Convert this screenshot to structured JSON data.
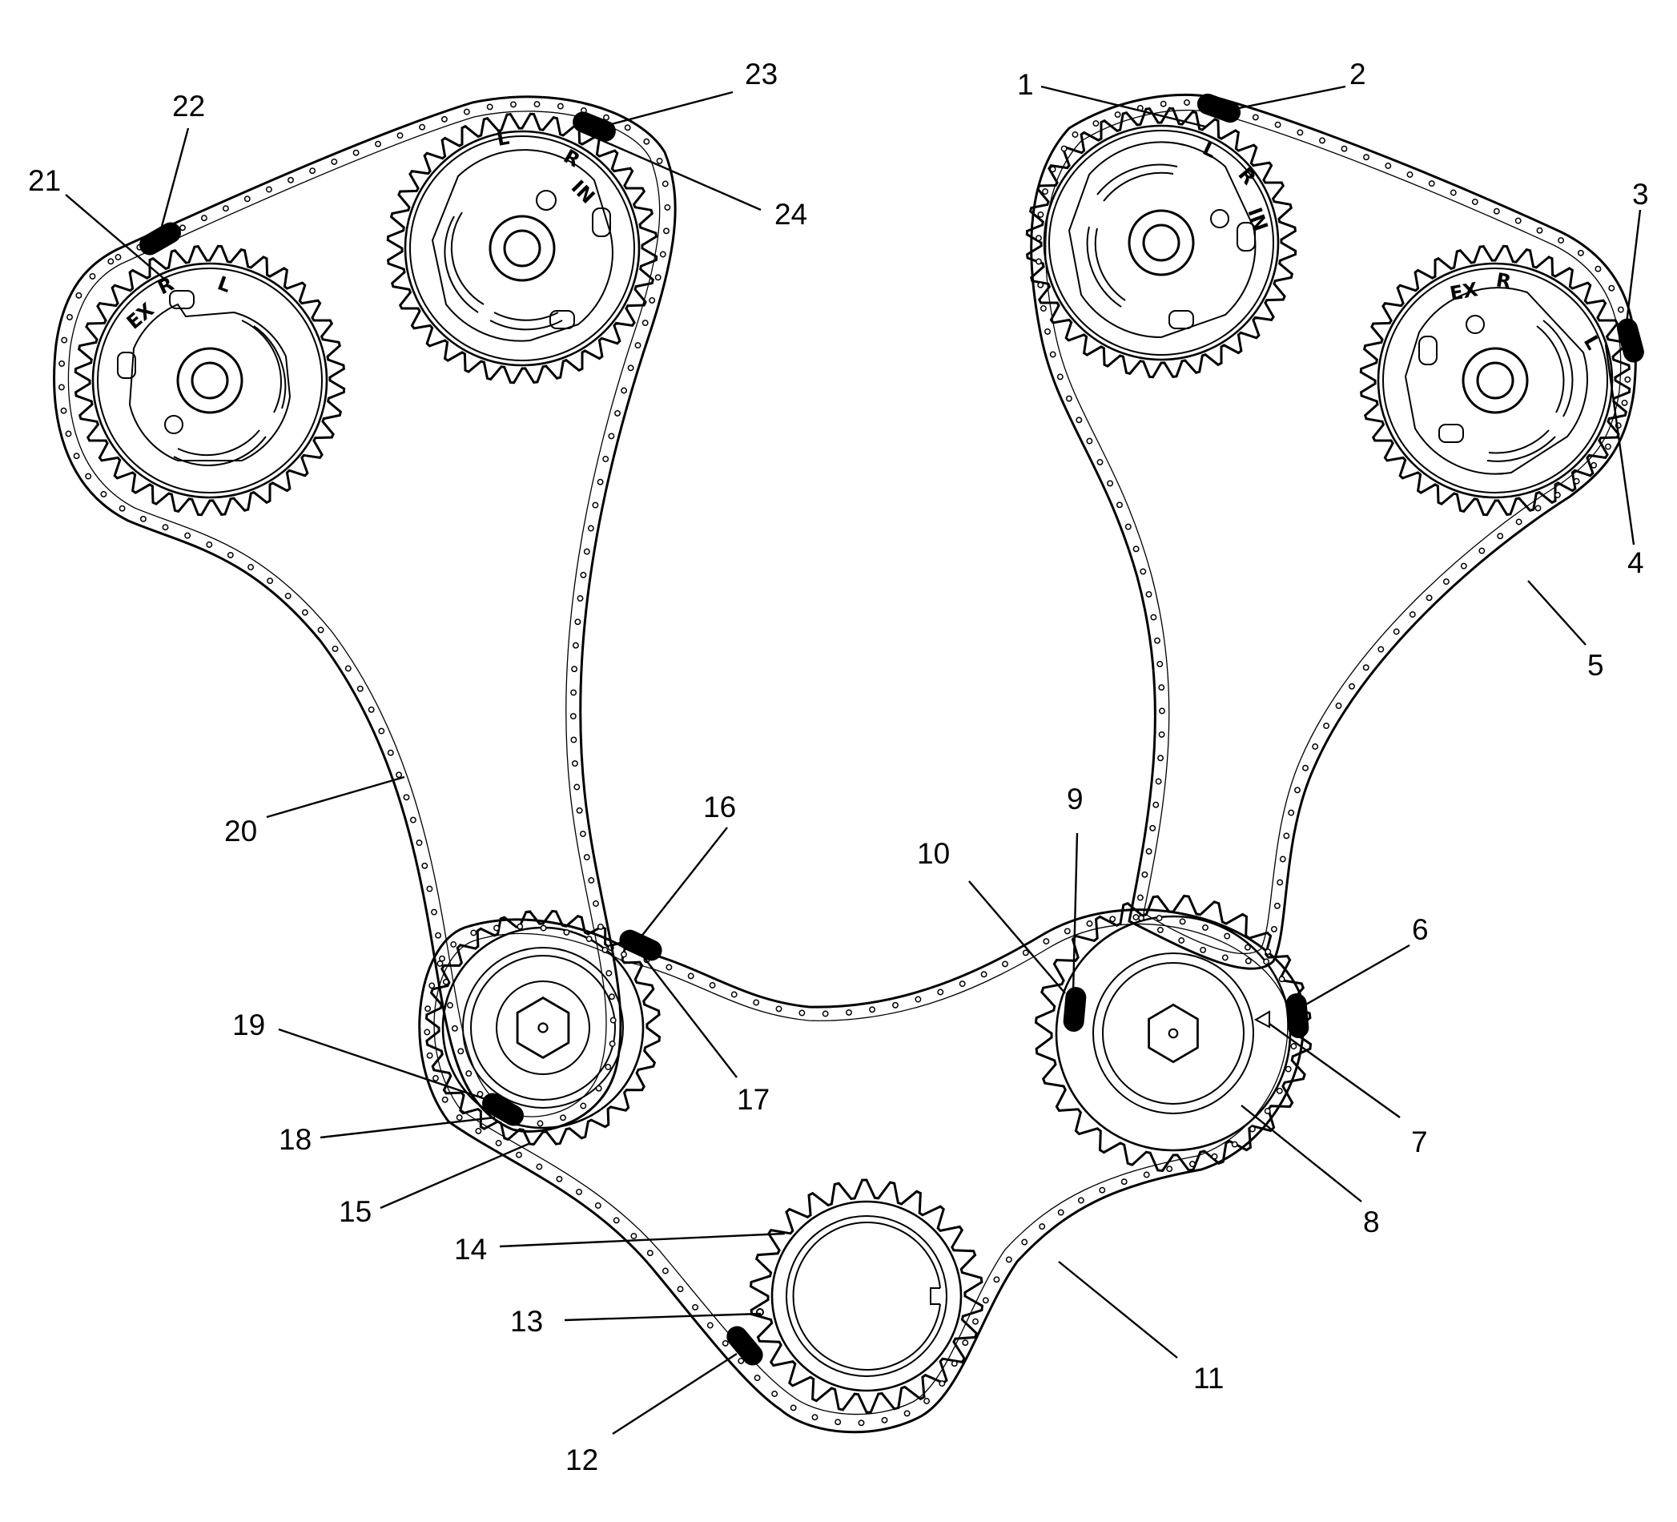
{
  "callouts": [
    {
      "id": "c1",
      "text": "1"
    },
    {
      "id": "c2",
      "text": "2"
    },
    {
      "id": "c3",
      "text": "3"
    },
    {
      "id": "c4",
      "text": "4"
    },
    {
      "id": "c5",
      "text": "5"
    },
    {
      "id": "c6",
      "text": "6"
    },
    {
      "id": "c7",
      "text": "7"
    },
    {
      "id": "c8",
      "text": "8"
    },
    {
      "id": "c9",
      "text": "9"
    },
    {
      "id": "c10",
      "text": "10"
    },
    {
      "id": "c11",
      "text": "11"
    },
    {
      "id": "c12",
      "text": "12"
    },
    {
      "id": "c13",
      "text": "13"
    },
    {
      "id": "c14",
      "text": "14"
    },
    {
      "id": "c15",
      "text": "15"
    },
    {
      "id": "c16",
      "text": "16"
    },
    {
      "id": "c17",
      "text": "17"
    },
    {
      "id": "c18",
      "text": "18"
    },
    {
      "id": "c19",
      "text": "19"
    },
    {
      "id": "c20",
      "text": "20"
    },
    {
      "id": "c21",
      "text": "21"
    },
    {
      "id": "c22",
      "text": "22"
    },
    {
      "id": "c23",
      "text": "23"
    },
    {
      "id": "c24",
      "text": "24"
    }
  ],
  "sprocket_markings": {
    "left_exhaust": {
      "ex": "EX",
      "r": "R",
      "l": "L"
    },
    "left_intake": {
      "in": "IN",
      "r": "R",
      "l": "L"
    },
    "right_intake": {
      "in": "IN",
      "r": "R",
      "l": "L"
    },
    "right_exhaust": {
      "ex": "EX",
      "r": "R",
      "l": "L"
    }
  }
}
